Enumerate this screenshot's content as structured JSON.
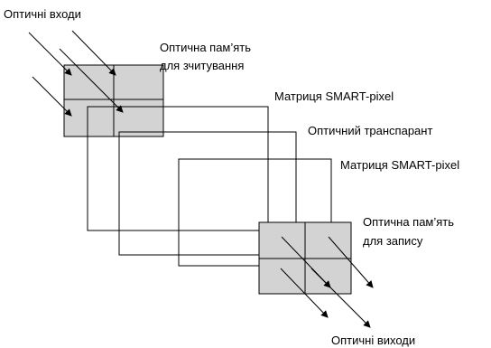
{
  "labels": {
    "optical_inputs": "Оптичні входи",
    "read_memory_line1": "Оптична пам’ять",
    "read_memory_line2": "для зчитування",
    "smart_pixel_1": "Матриця SMART-pixel",
    "optical_transparency": "Оптичний транспарант",
    "smart_pixel_2": "Матриця SMART-pixel",
    "write_memory_line1": "Оптична пам’ять",
    "write_memory_line2": "для запису",
    "optical_outputs": "Оптичні виходи"
  },
  "colors": {
    "memory_fill": "#d3d3d3",
    "line": "#000000"
  }
}
